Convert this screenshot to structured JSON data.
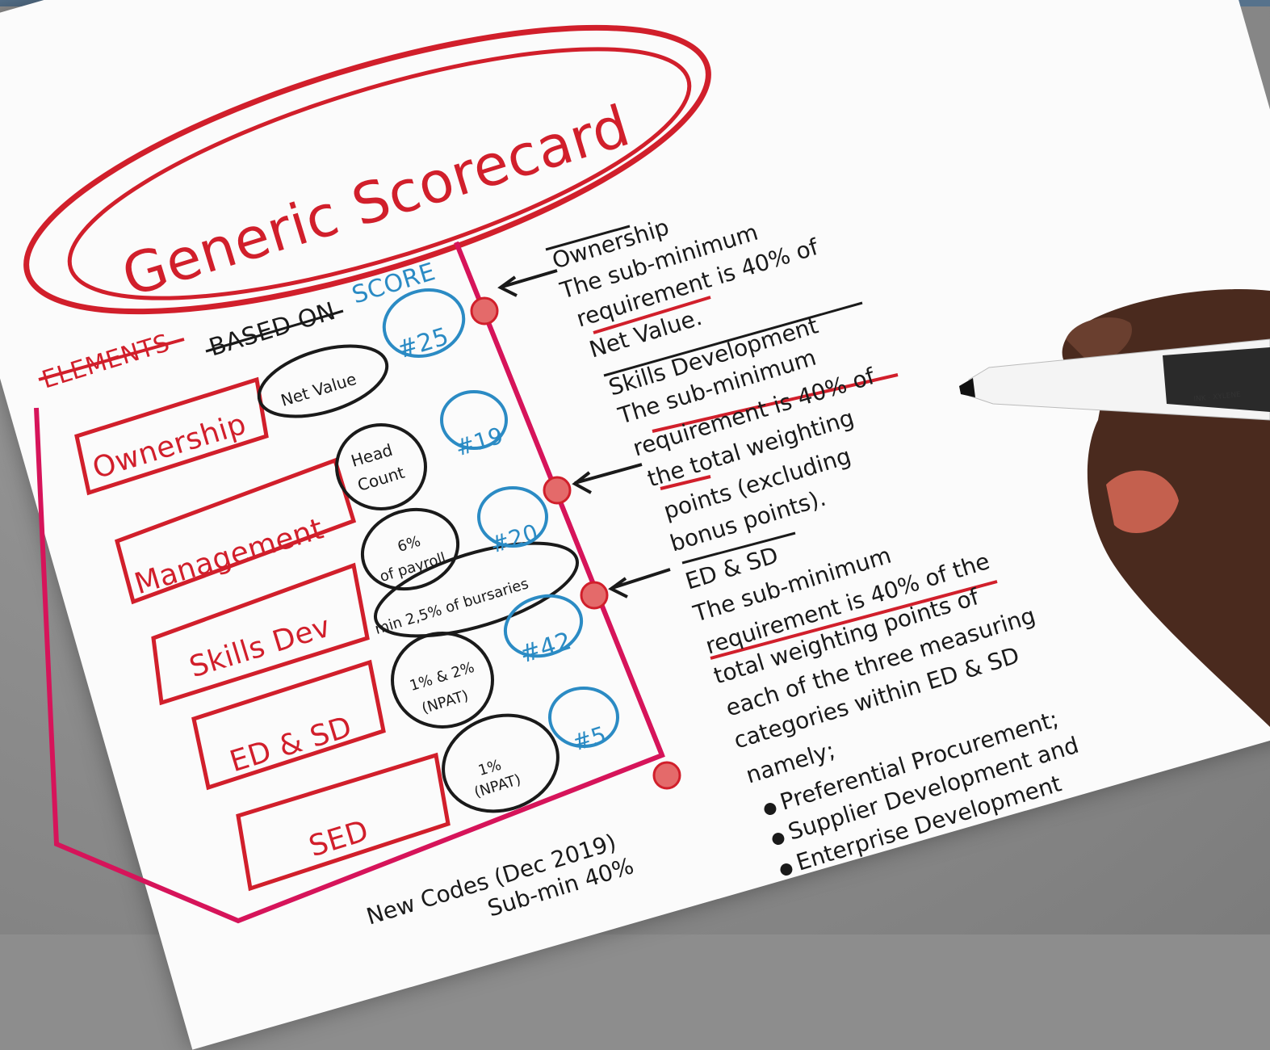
{
  "title": "Generic Scorecard",
  "header": {
    "elements": "ELEMENTS",
    "based_on": "BASED ON",
    "score": "SCORE"
  },
  "rows": [
    {
      "element": "Ownership",
      "basis": "Net Value",
      "score": "#25"
    },
    {
      "element": "Management",
      "basis_line1": "Head",
      "basis_line2": "Count",
      "score": "#19"
    },
    {
      "element": "Skills Dev",
      "basis_line1": "6%",
      "basis_line2": "of payroll",
      "basis_extra": "min 2,5% of bursaries",
      "score": "#20"
    },
    {
      "element": "ED & SD",
      "basis_line1": "1% & 2%",
      "basis_line2": "(NPAT)",
      "score": "#42"
    },
    {
      "element": "SED",
      "basis_line1": "1%",
      "basis_line2": "(NPAT)",
      "score": "#5"
    }
  ],
  "footer": {
    "line1": "New Codes (Dec 2019)",
    "line2": "Sub-min 40%"
  },
  "notes": {
    "ownership": {
      "heading": "Ownership",
      "lines": [
        "The sub-minimum",
        "requirement is 40% of",
        "Net Value."
      ]
    },
    "skills": {
      "heading": "Skills Development",
      "lines": [
        "The sub-minimum",
        "requirement is 40% of",
        "the total weighting",
        "points (excluding",
        "bonus points)."
      ]
    },
    "edsd": {
      "heading": "ED & SD",
      "lines": [
        "The sub-minimum",
        "requirement is 40% of the",
        "total weighting points of",
        "each of the three measuring",
        "categories within ED & SD",
        "namely;"
      ],
      "bullets": [
        "Preferential Procurement;",
        "Supplier Development and",
        "Enterprise Development"
      ]
    }
  },
  "marker_label": "INK · XYLENE",
  "colors": {
    "red": "#d11f2b",
    "blue": "#2b8bc4",
    "magenta": "#d6145a",
    "ink": "#1a1a1a"
  }
}
